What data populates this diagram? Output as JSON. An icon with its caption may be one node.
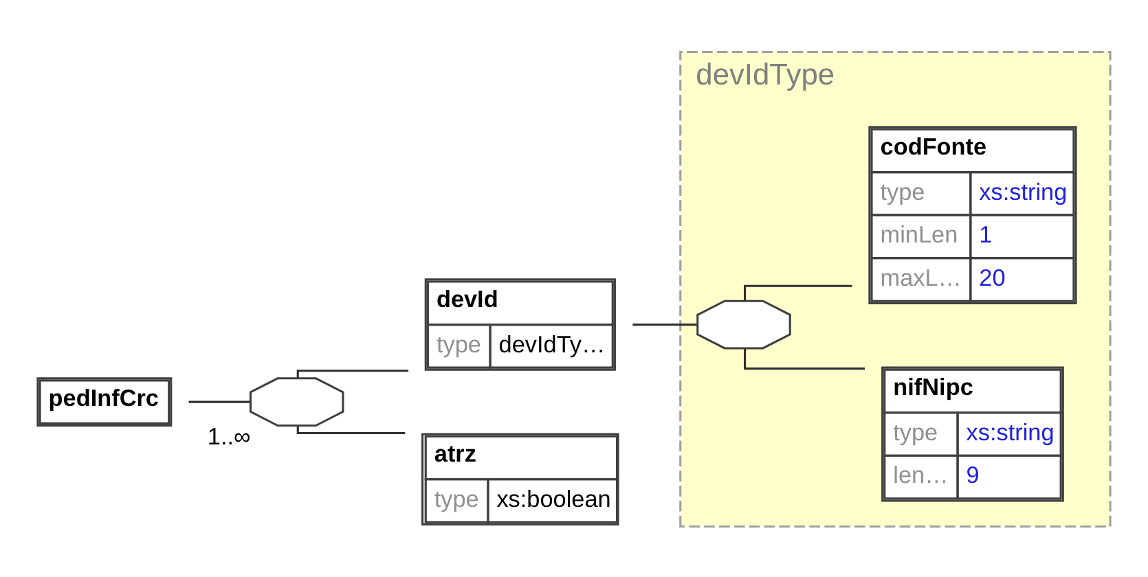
{
  "diagram": {
    "nodes": [
      {
        "text": [
          "pedInfCrc"
        ]
      },
      {
        "text": [],
        "shape": "octagon",
        "beside": [
          "1..∞"
        ]
      },
      {
        "text": [
          "devId",
          "type",
          "devIdTy…"
        ]
      },
      {
        "text": [
          "devIdType"
        ]
      },
      {
        "text": [],
        "shape": "octagon",
        "in": 3
      },
      {
        "text": [
          "nifNipc",
          "type",
          "xs:string",
          "len…",
          "9"
        ],
        "in": 3
      },
      {
        "text": [
          "codFonte",
          "type",
          "xs:string",
          "minLen",
          "1",
          "maxL…",
          "20"
        ],
        "in": 3
      },
      {
        "text": [
          "atrz",
          "type",
          "xs:boolean"
        ]
      }
    ],
    "edges": [
      {
        "from": 0,
        "to": 1,
        "arrow": "none"
      },
      {
        "from": 1,
        "to": 2,
        "arrow": "none"
      },
      {
        "from": 1,
        "to": 7,
        "arrow": "none"
      },
      {
        "from": 2,
        "to": 4,
        "arrow": "none"
      },
      {
        "from": 4,
        "to": 5,
        "arrow": "none"
      },
      {
        "from": 4,
        "to": 6,
        "arrow": "none"
      }
    ]
  }
}
